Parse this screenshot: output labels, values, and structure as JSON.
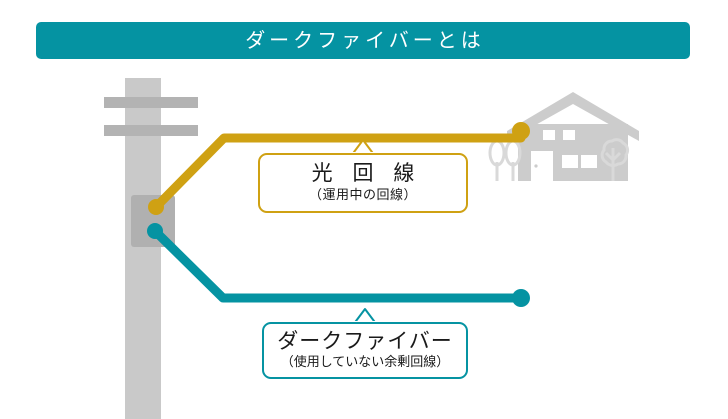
{
  "header": {
    "title": "ダークファイバーとは",
    "background_color": "#0593a2",
    "text_color": "#ffffff"
  },
  "diagram": {
    "pole": {
      "label": "utility-pole",
      "color": "#c9c9c9",
      "crossarm_color": "#b3b3b3",
      "terminal_box_color": "#b0b0b0"
    },
    "house": {
      "label": "house",
      "color": "#cccccc"
    },
    "trees": {
      "label": "trees",
      "color": "#d9d9d9"
    },
    "lines": [
      {
        "id": "optical-line",
        "name": "光回線",
        "color": "#cfa113",
        "start_label": "pole-terminal",
        "end_label": "house"
      },
      {
        "id": "dark-fiber-line",
        "name": "ダークファイバー",
        "color": "#0593a2",
        "start_label": "pole-terminal",
        "end_label": "open-end"
      }
    ]
  },
  "callouts": {
    "optical": {
      "title": "光 回 線",
      "subtitle": "（運用中の回線）",
      "border_color": "#cfa113"
    },
    "dark_fiber": {
      "title": "ダークファイバー",
      "subtitle": "（使用していない余剰回線）",
      "border_color": "#0593a2"
    }
  }
}
